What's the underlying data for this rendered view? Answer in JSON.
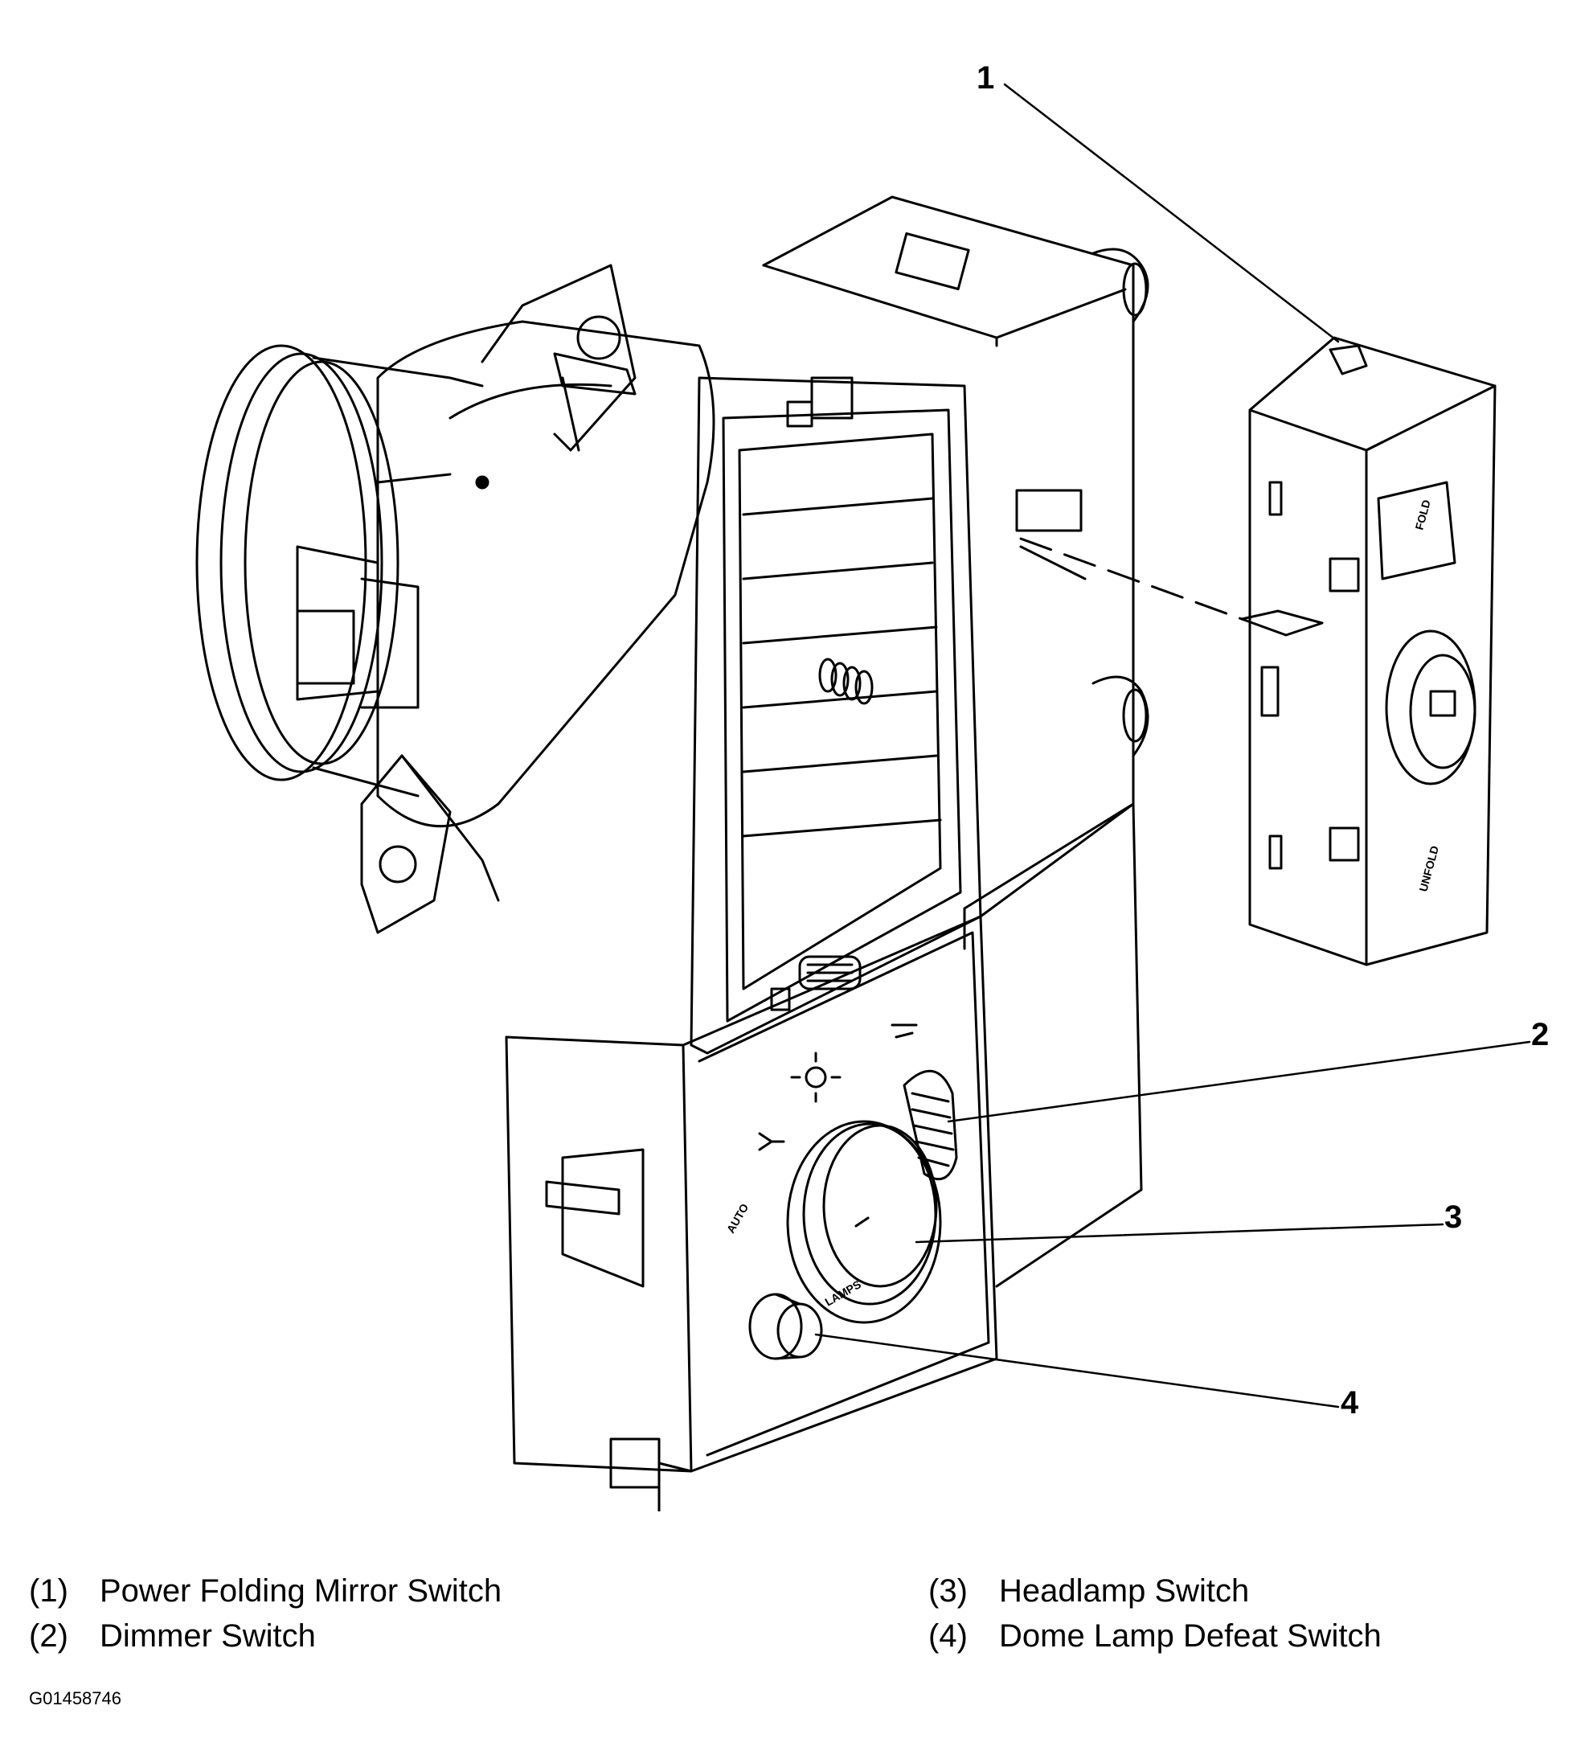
{
  "diagram": {
    "callouts": [
      {
        "number": "1",
        "label": "Power Folding Mirror Switch"
      },
      {
        "number": "2",
        "label": "Dimmer Switch"
      },
      {
        "number": "3",
        "label": "Headlamp Switch"
      },
      {
        "number": "4",
        "label": "Dome Lamp Defeat Switch"
      }
    ],
    "panel_text": {
      "auto": "AUTO",
      "lamps": "LAMPS",
      "mirror_top": "FOLD",
      "mirror_bottom": "UNFOLD"
    },
    "colors": {
      "line": "#000000",
      "background": "#ffffff"
    }
  },
  "legend": {
    "items": [
      {
        "num": "(1)",
        "text": "Power Folding Mirror Switch"
      },
      {
        "num": "(2)",
        "text": "Dimmer Switch"
      },
      {
        "num": "(3)",
        "text": "Headlamp Switch"
      },
      {
        "num": "(4)",
        "text": "Dome Lamp Defeat Switch"
      }
    ]
  },
  "figure_id": "G01458746"
}
